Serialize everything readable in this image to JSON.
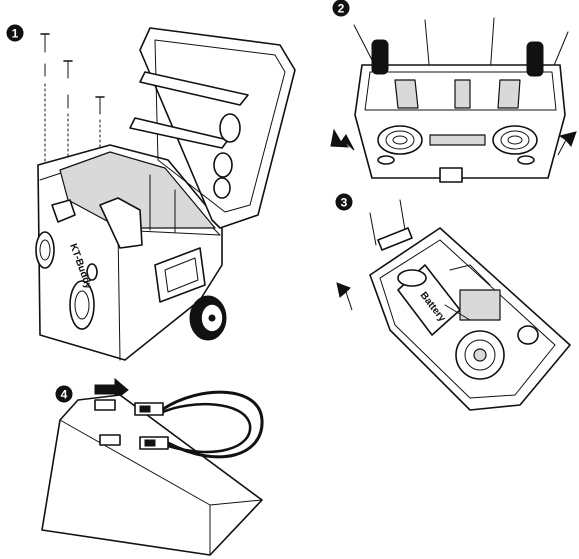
{
  "steps": [
    {
      "number": "1"
    },
    {
      "number": "2"
    },
    {
      "number": "3"
    },
    {
      "number": "4"
    }
  ],
  "labels": {
    "battery": "Battery",
    "brand_side": "KT-Buddy"
  },
  "colors": {
    "line": "#111111",
    "background": "#ffffff",
    "badge": "#111111"
  },
  "icons": [
    "screw-icon",
    "arrow-icon",
    "wheel-icon",
    "speaker-icon",
    "battery-icon",
    "connector-icon"
  ]
}
